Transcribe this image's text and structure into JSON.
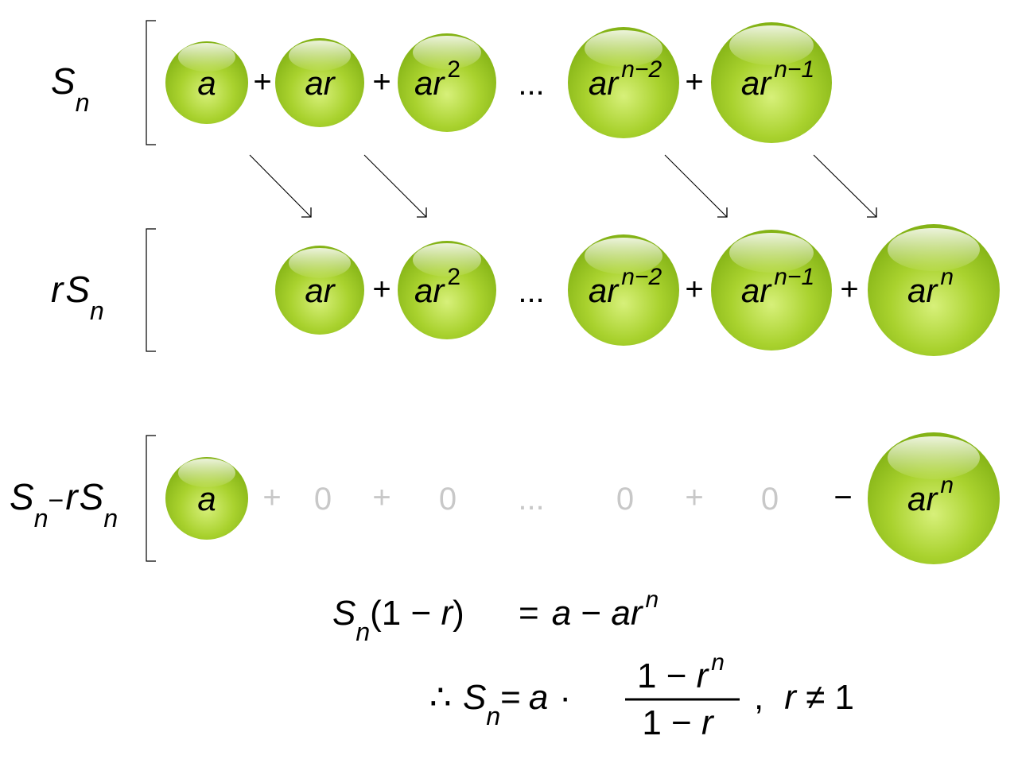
{
  "rows": {
    "sn": {
      "label_base": "S",
      "label_sub": "n",
      "terms": [
        {
          "base": "a",
          "sup": ""
        },
        {
          "base": "ar",
          "sup": ""
        },
        {
          "base": "ar",
          "sup": "2"
        },
        {
          "base": "ar",
          "sup": "n−2"
        },
        {
          "base": "ar",
          "sup": "n−1"
        }
      ],
      "ops": [
        "+",
        "+",
        "...",
        "+"
      ]
    },
    "rsn": {
      "label_pre": "r",
      "label_base": "S",
      "label_sub": "n",
      "terms": [
        {
          "base": "ar",
          "sup": ""
        },
        {
          "base": "ar",
          "sup": "2"
        },
        {
          "base": "ar",
          "sup": "n−2"
        },
        {
          "base": "ar",
          "sup": "n−1"
        },
        {
          "base": "ar",
          "sup": "n"
        }
      ],
      "ops": [
        "+",
        "...",
        "+",
        "+"
      ]
    },
    "diff": {
      "label_s1": "S",
      "label_sub1": "n",
      "label_minus": "−",
      "label_r": "r",
      "label_s2": "S",
      "label_sub2": "n",
      "first_term": "a",
      "zeros": [
        "+",
        "0",
        "+",
        "0",
        "...",
        "0",
        "+",
        "0"
      ],
      "minus": "−",
      "last_base": "ar",
      "last_sup": "n"
    }
  },
  "equations": {
    "line1": {
      "s": "S",
      "sub": "n",
      "paren": "(1 − ",
      "r": "r",
      "close": ")",
      "equals": "=",
      "a": "a",
      "minus": " − ",
      "ar": "ar",
      "sup": "n"
    },
    "line2": {
      "therefore": "∴",
      "s": "S",
      "sub": "n",
      "equals": "=",
      "a": "a",
      "dot": "·",
      "num_lead": "1 − ",
      "num_r": "r",
      "num_sup": "n",
      "den_lead": "1 − ",
      "den_r": "r",
      "comma": ",",
      "cond_r": "r",
      "cond_rest": " ≠ 1"
    }
  },
  "colors": {
    "ball_light": "#e9f8a0",
    "ball_mid": "#a6d12a",
    "ball_dark": "#7fae12",
    "zero_gray": "#c8c8c8"
  }
}
